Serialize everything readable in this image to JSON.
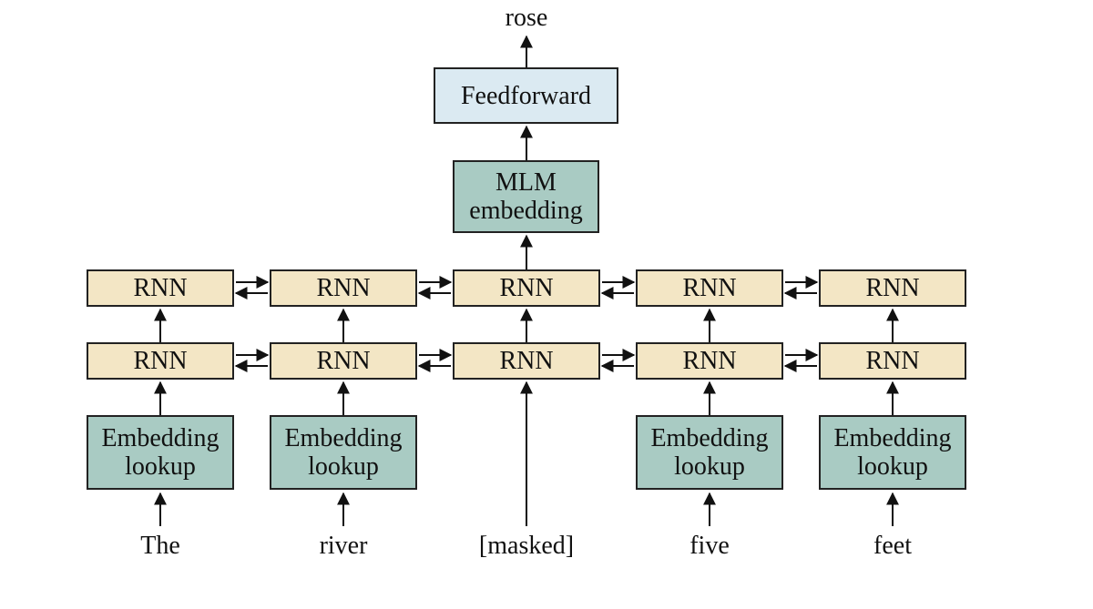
{
  "output_word": "rose",
  "feedforward_label": "Feedforward",
  "mlm_embedding": {
    "line1": "MLM",
    "line2": "embedding"
  },
  "rnn_label": "RNN",
  "embedding_lookup": {
    "line1": "Embedding",
    "line2": "lookup"
  },
  "input_words": [
    "The",
    "river",
    "[masked]",
    "five",
    "feet"
  ],
  "colors": {
    "rnn_fill": "#f3e6c5",
    "embedding_fill": "#a9cbc3",
    "feedforward_fill": "#dbeaf2",
    "stroke": "#222222"
  }
}
